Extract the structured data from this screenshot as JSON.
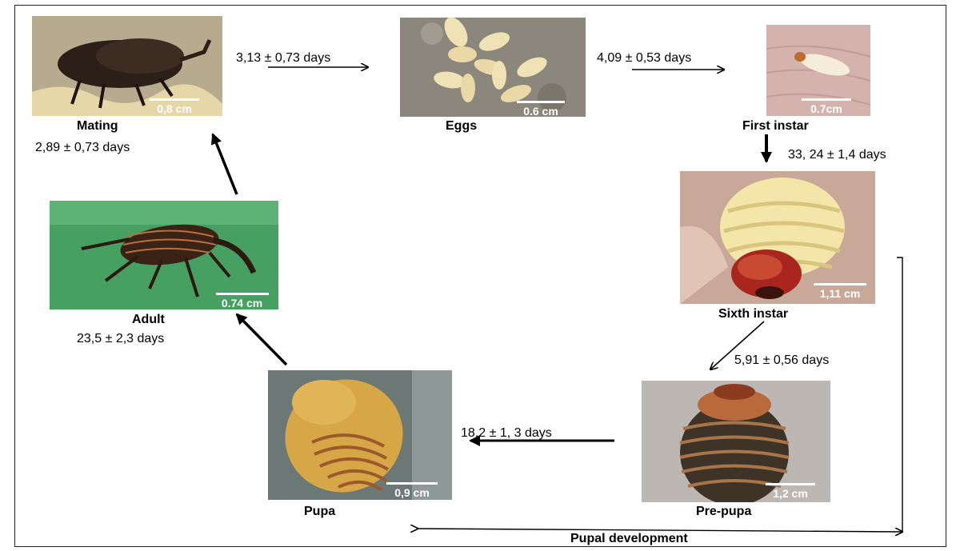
{
  "stages": {
    "mating": {
      "label": "Mating",
      "scale": "0,8 cm"
    },
    "eggs": {
      "label": "Eggs",
      "scale": "0.6 cm"
    },
    "first_instar": {
      "label": "First instar",
      "scale": "0.7cm"
    },
    "sixth_instar": {
      "label": "Sixth instar",
      "scale": "1,11 cm"
    },
    "pre_pupa": {
      "label": "Pre-pupa",
      "scale": "1,2 cm"
    },
    "pupa": {
      "label": "Pupa",
      "scale": "0,9 cm"
    },
    "adult": {
      "label": "Adult",
      "scale": "0.74 cm"
    }
  },
  "durations": {
    "mating_to_eggs": "3,13 ± 0,73 days",
    "eggs_to_first": "4,09 ± 0,53 days",
    "first_to_sixth": "33, 24 ± 1,4 days",
    "sixth_to_prepupa": "5,91 ± 0,56 days",
    "prepupa_to_pupa": "18,2 ± 1, 3 days",
    "pupa_to_adult": "23,5 ± 2,3 days",
    "adult_to_mating": "2,89 ± 0,73 days"
  },
  "pupal_development": "Pupal development",
  "colors": {
    "mating_bg": "#c9c0a8",
    "eggs_bg": "#8e8a80",
    "first_bg": "#d8b8b4",
    "sixth_bg": "#c4a89a",
    "prepupa_bg": "#b9b3b0",
    "pupa_bg": "#6f7a78",
    "adult_bg": "#3f9a5a"
  }
}
